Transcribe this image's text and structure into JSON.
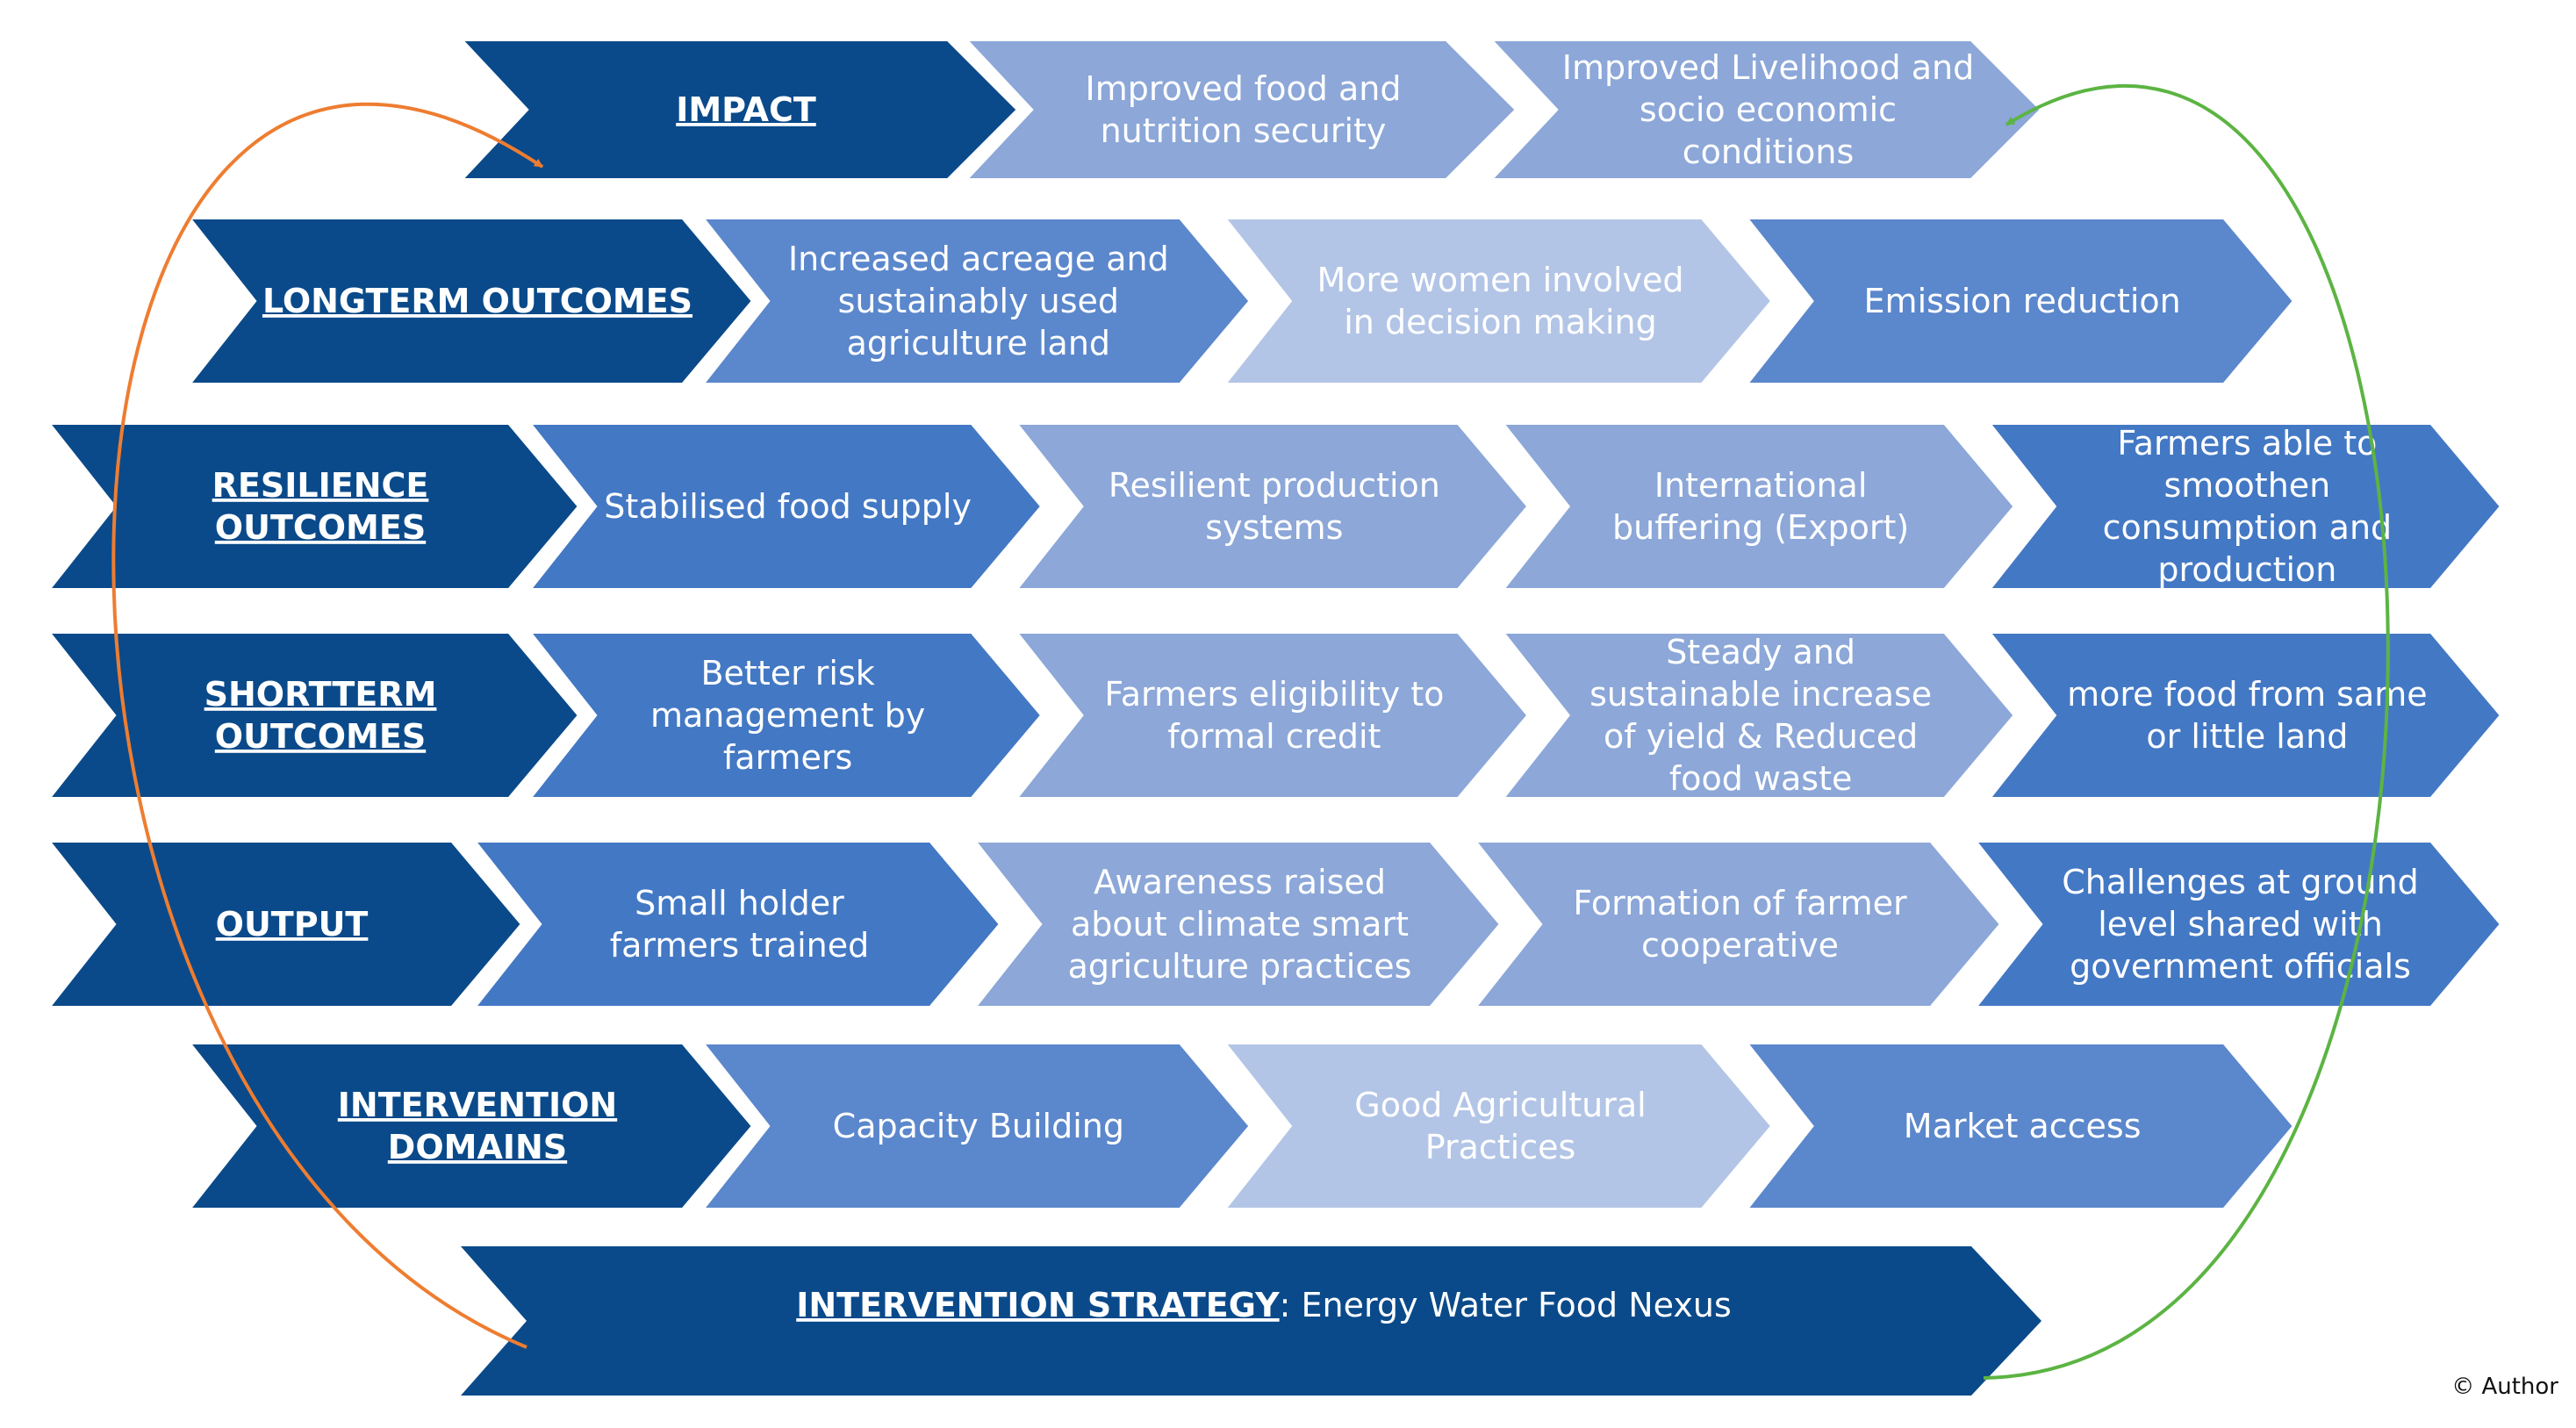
{
  "colors": {
    "dark": "#0a4a8a",
    "medium": "#4378c4",
    "mediumLight": "#5b87cc",
    "light": "#8ca7d8",
    "lighter": "#b3c5e6",
    "orange_arrow": "#ee7d31",
    "green_arrow": "#5cb443"
  },
  "rows": [
    {
      "id": "impact",
      "label": [
        "IMPACT"
      ],
      "cells": [
        {
          "lines": [
            "Improved food and",
            "nutrition security"
          ],
          "tone": "light"
        },
        {
          "lines": [
            "Improved Livelihood and",
            "socio economic",
            "conditions"
          ],
          "tone": "light"
        }
      ]
    },
    {
      "id": "longterm-outcomes",
      "label": [
        "LONGTERM OUTCOMES"
      ],
      "cells": [
        {
          "lines": [
            "Increased acreage and",
            "sustainably used",
            "agriculture land"
          ],
          "tone": "mediumLight"
        },
        {
          "lines": [
            "More women involved",
            "in decision making"
          ],
          "tone": "lighter"
        },
        {
          "lines": [
            "Emission reduction"
          ],
          "tone": "mediumLight"
        }
      ]
    },
    {
      "id": "resilience-outcomes",
      "label": [
        "RESILIENCE",
        "OUTCOMES"
      ],
      "cells": [
        {
          "lines": [
            "Stabilised food supply"
          ],
          "tone": "medium"
        },
        {
          "lines": [
            "Resilient production",
            "systems"
          ],
          "tone": "light"
        },
        {
          "lines": [
            "International",
            "buffering (Export)"
          ],
          "tone": "light"
        },
        {
          "lines": [
            "Farmers able to",
            "smoothen",
            "consumption and",
            "production"
          ],
          "tone": "medium"
        }
      ]
    },
    {
      "id": "shortterm-outcomes",
      "label": [
        "SHORTTERM",
        "OUTCOMES"
      ],
      "cells": [
        {
          "lines": [
            "Better risk",
            "management by",
            "farmers"
          ],
          "tone": "medium"
        },
        {
          "lines": [
            "Farmers eligibility to",
            "formal credit"
          ],
          "tone": "light"
        },
        {
          "lines": [
            "Steady and",
            "sustainable increase",
            "of yield & Reduced",
            "food waste"
          ],
          "tone": "light"
        },
        {
          "lines": [
            "more food from same",
            "or little land"
          ],
          "tone": "medium"
        }
      ]
    },
    {
      "id": "output",
      "label": [
        "OUTPUT"
      ],
      "cells": [
        {
          "lines": [
            "Small holder",
            "farmers trained"
          ],
          "tone": "medium"
        },
        {
          "lines": [
            "Awareness raised",
            "about climate smart",
            "agriculture practices"
          ],
          "tone": "light"
        },
        {
          "lines": [
            "Formation of farmer",
            "cooperative"
          ],
          "tone": "light"
        },
        {
          "lines": [
            "Challenges at ground",
            "level shared with",
            "government officials"
          ],
          "tone": "medium"
        }
      ]
    },
    {
      "id": "intervention-domains",
      "label": [
        "INTERVENTION",
        "DOMAINS"
      ],
      "cells": [
        {
          "lines": [
            "Capacity Building"
          ],
          "tone": "mediumLight"
        },
        {
          "lines": [
            "Good Agricultural",
            "Practices"
          ],
          "tone": "lighter"
        },
        {
          "lines": [
            "Market access"
          ],
          "tone": "mediumLight"
        }
      ]
    }
  ],
  "strategy": {
    "label": "INTERVENTION STRATEGY",
    "text": ": Energy Water Food Nexus"
  },
  "copyright": "© Author"
}
